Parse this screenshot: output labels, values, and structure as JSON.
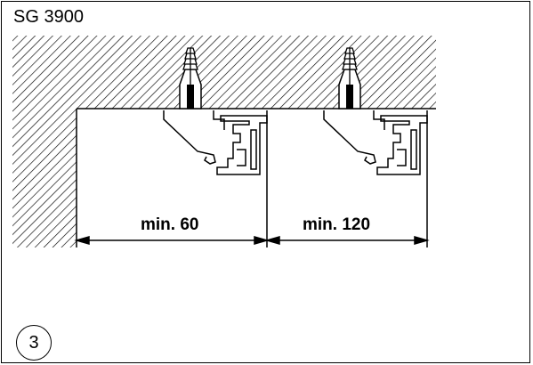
{
  "title": "SG 3900",
  "dimensions": {
    "left": "min. 60",
    "right": "min. 120"
  },
  "step_number": "3",
  "colors": {
    "line": "#000000",
    "background": "#ffffff"
  }
}
